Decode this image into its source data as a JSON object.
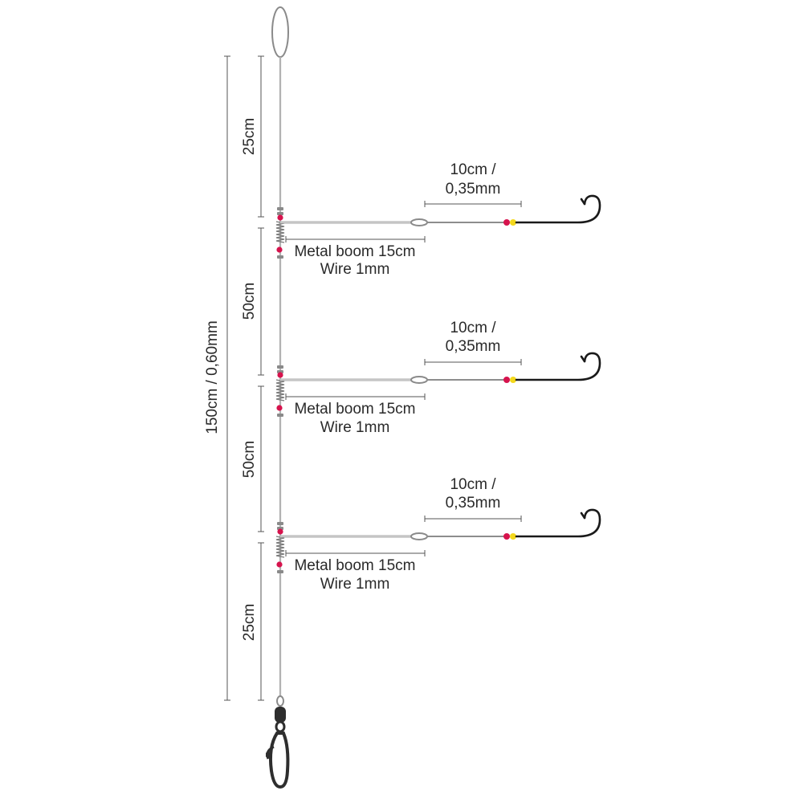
{
  "colors": {
    "bead_red": "#d6134d",
    "bead_yellow": "#f4d81c",
    "line": "#9a9a9a",
    "hook": "#1a1a1a",
    "swivel": "#2e2e2e"
  },
  "main_line": {
    "label": "150cm / 0,60mm"
  },
  "sections": [
    {
      "label": "25cm"
    },
    {
      "label": "50cm"
    },
    {
      "label": "50cm"
    },
    {
      "label": "25cm"
    }
  ],
  "branches": [
    {
      "snood_length": "10cm /",
      "snood_diameter": "0,35mm",
      "boom_length": "Metal boom 15cm",
      "boom_wire": "Wire 1mm"
    },
    {
      "snood_length": "10cm /",
      "snood_diameter": "0,35mm",
      "boom_length": "Metal boom 15cm",
      "boom_wire": "Wire 1mm"
    },
    {
      "snood_length": "10cm /",
      "snood_diameter": "0,35mm",
      "boom_length": "Metal boom 15cm",
      "boom_wire": "Wire 1mm"
    }
  ],
  "icons": {
    "top_loop": "loop-icon",
    "swivel": "swivel-icon",
    "snap": "snap-icon",
    "hook": "hook-icon",
    "bead": "bead-icon"
  }
}
